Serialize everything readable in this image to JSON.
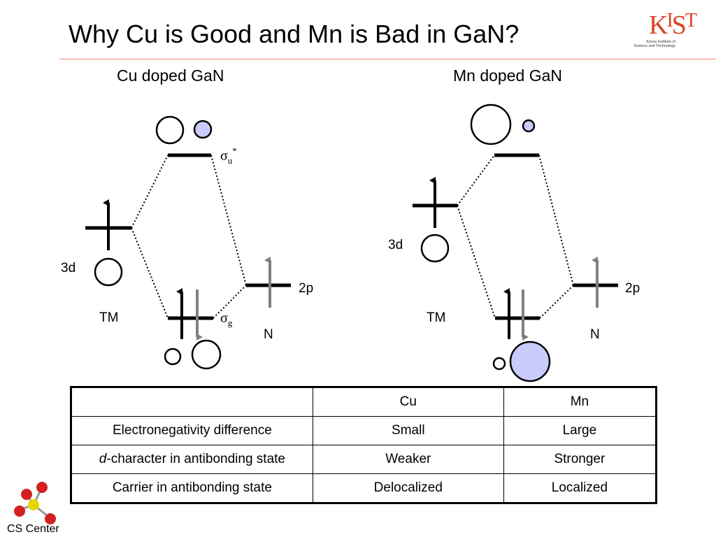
{
  "slide": {
    "title": "Why Cu is Good and Mn is Bad in GaN?",
    "logo_letters": "KIST",
    "logo_sub_line1": "Korea Institute of",
    "logo_sub_line2": "Science and Technology",
    "footer_logo_text": "CS Center"
  },
  "diagram": {
    "cu": {
      "heading": "Cu doped GaN",
      "tm_orbital": "3d",
      "tm_label": "TM",
      "n_orbital": "2p",
      "n_label": "N",
      "antibonding_label": "σ",
      "antibonding_sub": "u",
      "antibonding_sup": "*",
      "bonding_label": "σ",
      "bonding_sub": "g"
    },
    "mn": {
      "heading": "Mn doped GaN",
      "tm_orbital": "3d",
      "tm_label": "TM",
      "n_orbital": "2p",
      "n_label": "N"
    },
    "colors": {
      "filled_orbital": "#c9cbfa",
      "n_arrow": "#808080"
    }
  },
  "table": {
    "header": [
      "",
      "Cu",
      "Mn"
    ],
    "rows": [
      {
        "label": "Electronegativity difference",
        "cu": "Small",
        "mn": "Large"
      },
      {
        "label_italic": "d",
        "label_rest": "-character in antibonding state",
        "cu": "Weaker",
        "mn": "Stronger"
      },
      {
        "label": "Carrier in antibonding state",
        "cu": "Delocalized",
        "mn": "Localized"
      }
    ]
  }
}
